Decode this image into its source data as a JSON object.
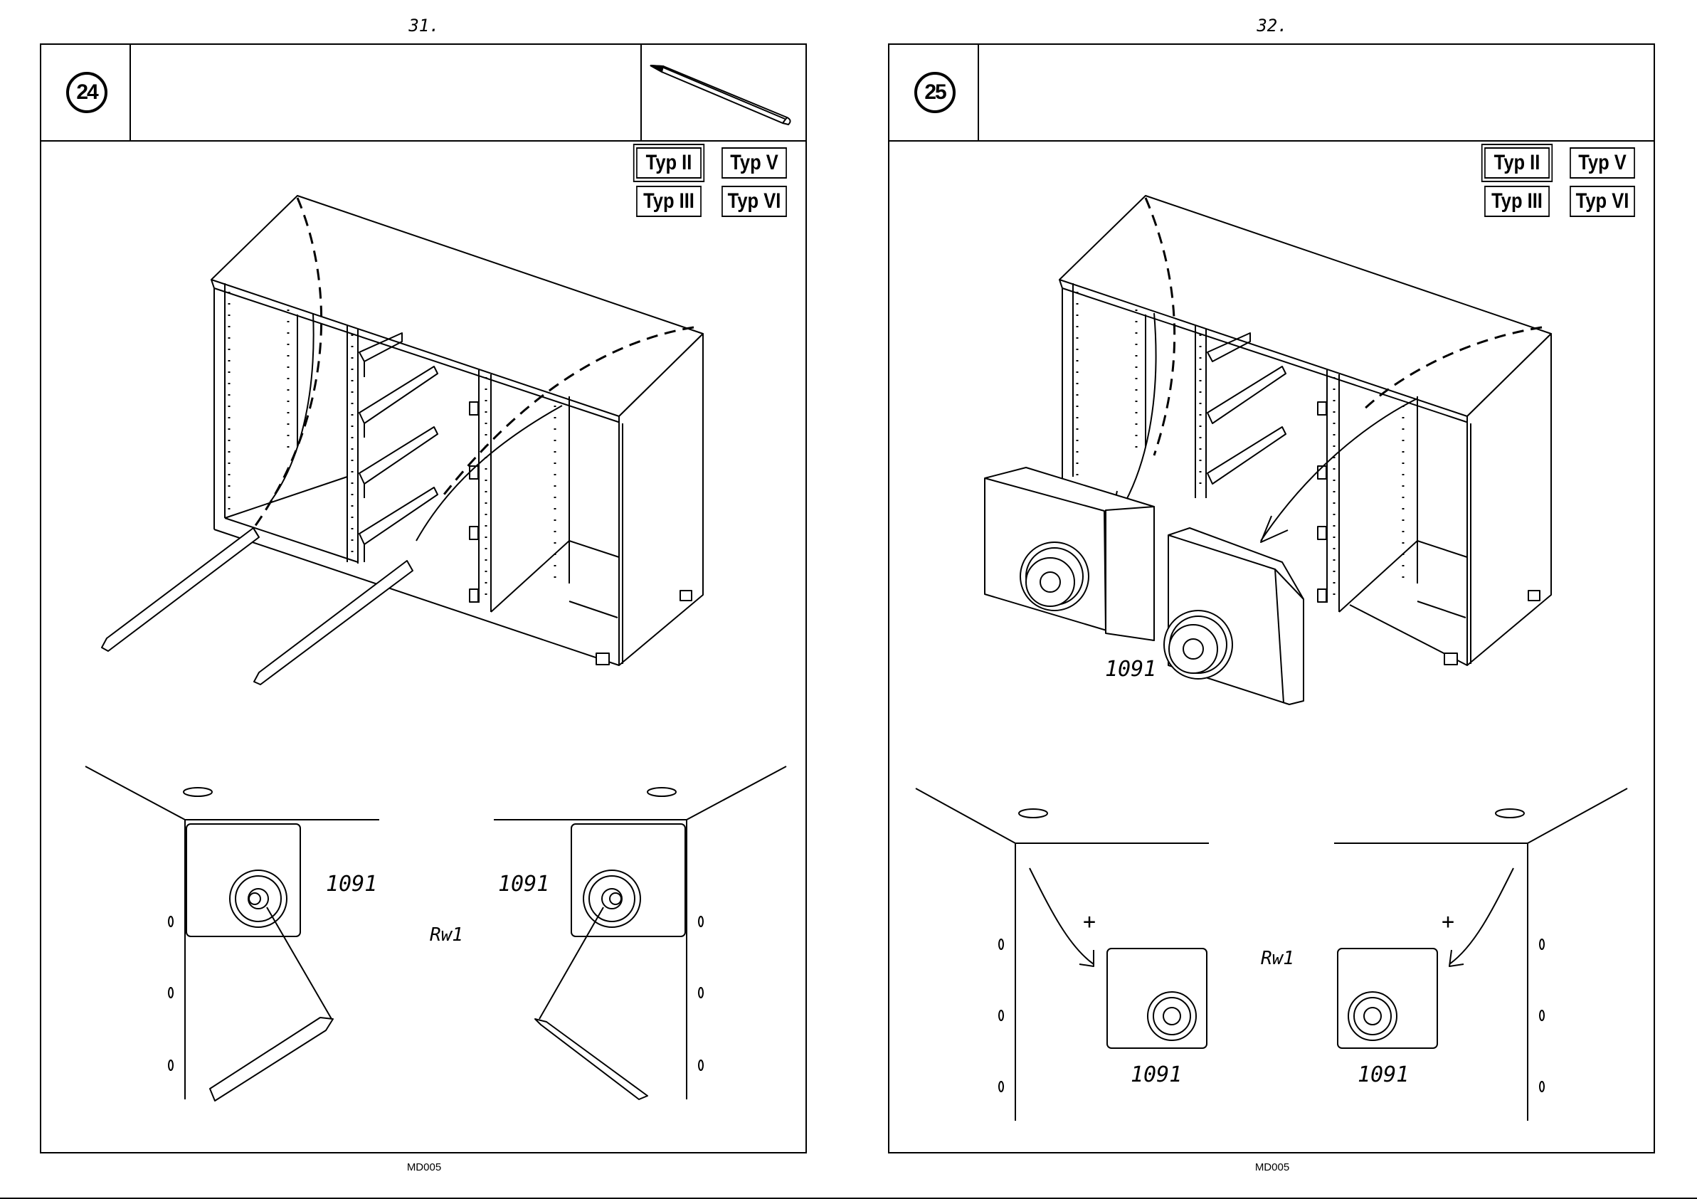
{
  "pages": [
    {
      "page_number": "31.",
      "step": "24",
      "tool_icon": "pencil-icon",
      "types": [
        "Typ II",
        "Typ V",
        "Typ III",
        "Typ VI"
      ],
      "active_type": "Typ II",
      "part_labels": [
        "1091",
        "1091"
      ],
      "rail_label": "Rw1",
      "footer_code": "MD005"
    },
    {
      "page_number": "32.",
      "step": "25",
      "types": [
        "Typ II",
        "Typ V",
        "Typ III",
        "Typ VI"
      ],
      "active_type": "Typ II",
      "part_labels": [
        "1091",
        "1091",
        "1091"
      ],
      "rail_label": "Rw1",
      "plus_signs": [
        "+",
        "+"
      ],
      "footer_code": "MD005"
    }
  ]
}
